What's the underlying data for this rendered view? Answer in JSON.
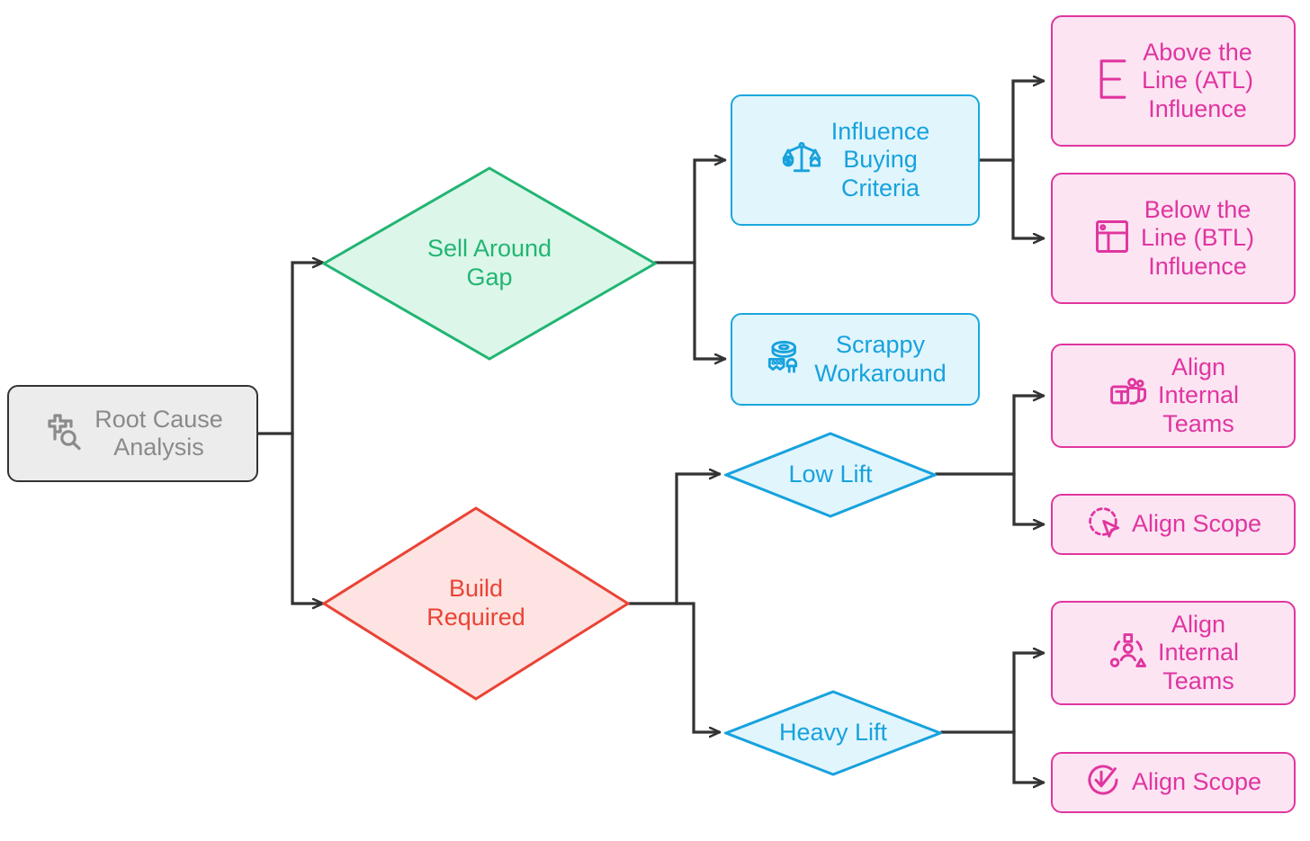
{
  "diagram": {
    "type": "flowchart",
    "title": "Root Cause Analysis decision tree",
    "direction": "left-to-right",
    "colors": {
      "root_fill": "#ececec",
      "root_stroke": "#333333",
      "root_text": "#8a8a8a",
      "green_fill": "#dcf7e9",
      "green_stroke": "#22b573",
      "red_fill": "#fde3e1",
      "red_stroke": "#ea4335",
      "blue_fill": "#e1f5fd",
      "blue_stroke": "#17a2dd",
      "pink_fill": "#fce4f3",
      "pink_stroke": "#e0359f",
      "edge": "#333333"
    }
  },
  "nodes": {
    "root": {
      "label": "Root Cause\nAnalysis",
      "icon": "root-cause-analysis-icon"
    },
    "sell_around_gap": {
      "label": "Sell Around\nGap",
      "shape": "diamond",
      "color": "green"
    },
    "build_required": {
      "label": "Build\nRequired",
      "shape": "diamond",
      "color": "red"
    },
    "influence_buying_criteria": {
      "label": "Influence\nBuying\nCriteria",
      "icon": "balance-scale-icon"
    },
    "scrappy_workaround": {
      "label": "Scrappy\nWorkaround",
      "icon": "duct-tape-icon"
    },
    "low_lift": {
      "label": "Low Lift",
      "shape": "diamond",
      "color": "blue"
    },
    "heavy_lift": {
      "label": "Heavy Lift",
      "shape": "diamond",
      "color": "blue"
    },
    "atl_influence": {
      "label": "Above the\nLine (ATL)\nInfluence",
      "icon": "bracket-e-icon"
    },
    "btl_influence": {
      "label": "Below the\nLine (BTL)\nInfluence",
      "icon": "layout-panel-icon"
    },
    "align_internal_teams_low": {
      "label": "Align\nInternal\nTeams",
      "icon": "microsoft-teams-icon"
    },
    "align_scope_low": {
      "label": "Align Scope",
      "icon": "dashed-circle-cursor-icon"
    },
    "align_internal_teams_heavy": {
      "label": "Align\nInternal\nTeams",
      "icon": "people-shapes-icon"
    },
    "align_scope_heavy": {
      "label": "Align Scope",
      "icon": "circle-check-scribble-icon"
    }
  },
  "edges": [
    {
      "from": "root",
      "to": "sell_around_gap"
    },
    {
      "from": "root",
      "to": "build_required"
    },
    {
      "from": "sell_around_gap",
      "to": "influence_buying_criteria"
    },
    {
      "from": "sell_around_gap",
      "to": "scrappy_workaround"
    },
    {
      "from": "influence_buying_criteria",
      "to": "atl_influence"
    },
    {
      "from": "influence_buying_criteria",
      "to": "btl_influence"
    },
    {
      "from": "build_required",
      "to": "low_lift"
    },
    {
      "from": "build_required",
      "to": "heavy_lift"
    },
    {
      "from": "low_lift",
      "to": "align_internal_teams_low"
    },
    {
      "from": "low_lift",
      "to": "align_scope_low"
    },
    {
      "from": "heavy_lift",
      "to": "align_internal_teams_heavy"
    },
    {
      "from": "heavy_lift",
      "to": "align_scope_heavy"
    }
  ]
}
